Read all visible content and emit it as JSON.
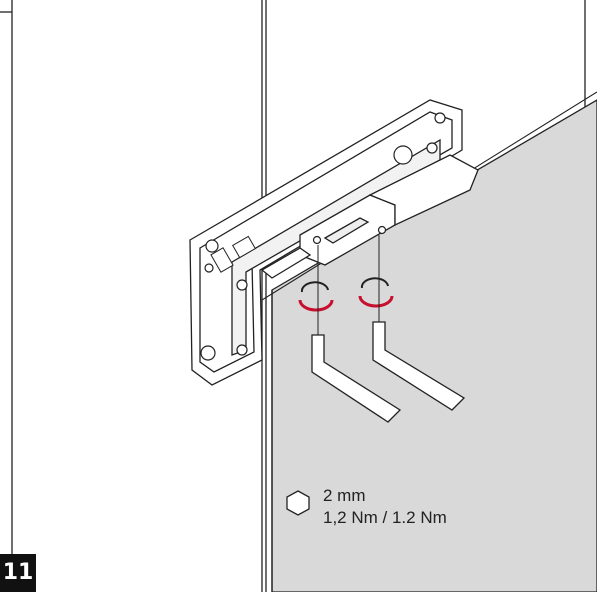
{
  "step": {
    "number": "11"
  },
  "spec": {
    "hex_key_size": "2 mm",
    "torque": "1,2 Nm / 1.2 Nm"
  },
  "icons": [
    "hexagon-icon",
    "rotate-icon",
    "hex-key-icon"
  ],
  "colors": {
    "panel": "#d9d9d9",
    "line": "#222222",
    "arrow": "#c8102e",
    "badge": "#111111"
  }
}
